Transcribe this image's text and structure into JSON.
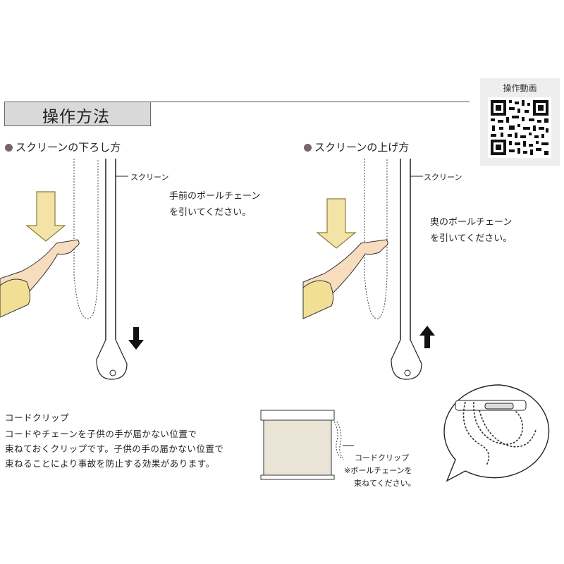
{
  "header": {
    "title": "操作方法",
    "qr_label": "操作動画"
  },
  "left": {
    "heading": "スクリーンの下ろし方",
    "screen_label": "スクリーン",
    "instruction_line1": "手前のボールチェーン",
    "instruction_line2": "を引いてください。"
  },
  "right": {
    "heading": "スクリーンの上げ方",
    "screen_label": "スクリーン",
    "instruction_line1": "奥のボールチェーン",
    "instruction_line2": "を引いてください。"
  },
  "cord_clip": {
    "title": "コードクリップ",
    "line1": "コードやチェーンを子供の手が届かない位置で",
    "line2": "束ねておくクリップです。子供の手の届かない位置で",
    "line3": "束ねることにより事故を防止する効果があります。",
    "callout": "コードクリップ",
    "note_line1": "※ボールチェーンを",
    "note_line2": "束ねてください。"
  },
  "colors": {
    "arrow_fill": "#f3e3a6",
    "arrow_stroke": "#8a7a3a",
    "sleeve": "#f1df95",
    "screen": "#e9e4d6"
  }
}
